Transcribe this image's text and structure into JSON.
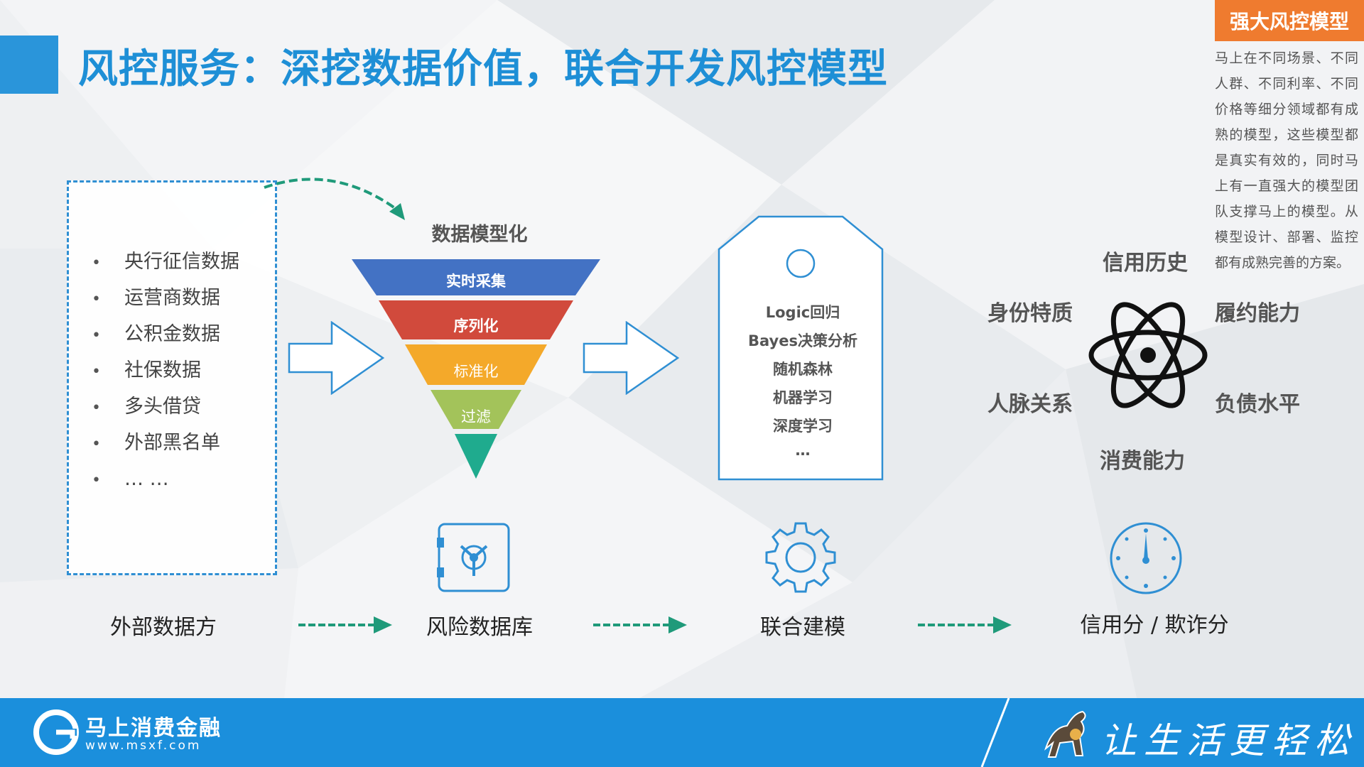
{
  "title": "风控服务：深挖数据价值，联合开发风控模型",
  "side_panel": {
    "badge": "强大风控模型",
    "text": "马上在不同场景、不同人群、不同利率、不同价格等细分领域都有成熟的模型，这些模型都是真实有效的，同时马上有一直强大的模型团队支撑马上的模型。从模型设计、部署、监控都有成熟完善的方案。"
  },
  "sources": {
    "items": [
      "央行征信数据",
      "运营商数据",
      "公积金数据",
      "社保数据",
      "多头借贷",
      "外部黑名单",
      "… …"
    ]
  },
  "funnel": {
    "title": "数据模型化",
    "layers": [
      {
        "label": "实时采集",
        "color": "#4372c4"
      },
      {
        "label": "序列化",
        "color": "#d14a3c"
      },
      {
        "label": "标准化",
        "color": "#f4a92a"
      },
      {
        "label": "过滤",
        "color": "#a3c35a"
      },
      {
        "label": "",
        "color": "#1fab8e"
      }
    ]
  },
  "model_tag": {
    "items": [
      "Logic回归",
      "Bayes决策分析",
      "随机森林",
      "机器学习",
      "深度学习",
      "…"
    ]
  },
  "atom": {
    "top": "信用历史",
    "upper_left": "身份特质",
    "upper_right": "履约能力",
    "lower_left": "人脉关系",
    "lower_right": "负债水平",
    "bottom": "消费能力"
  },
  "steps": [
    "外部数据方",
    "风险数据库",
    "联合建模",
    "信用分 / 欺诈分"
  ],
  "footer": {
    "brand_name": "马上消费金融",
    "brand_url": "www.msxf.com",
    "slogan": "让生活更轻松"
  },
  "colors": {
    "title_blue": "#1e8fd6",
    "accent_orange": "#ef7b2f",
    "footer_blue": "#1b8fdc",
    "arrow_green": "#1f9a7a"
  }
}
